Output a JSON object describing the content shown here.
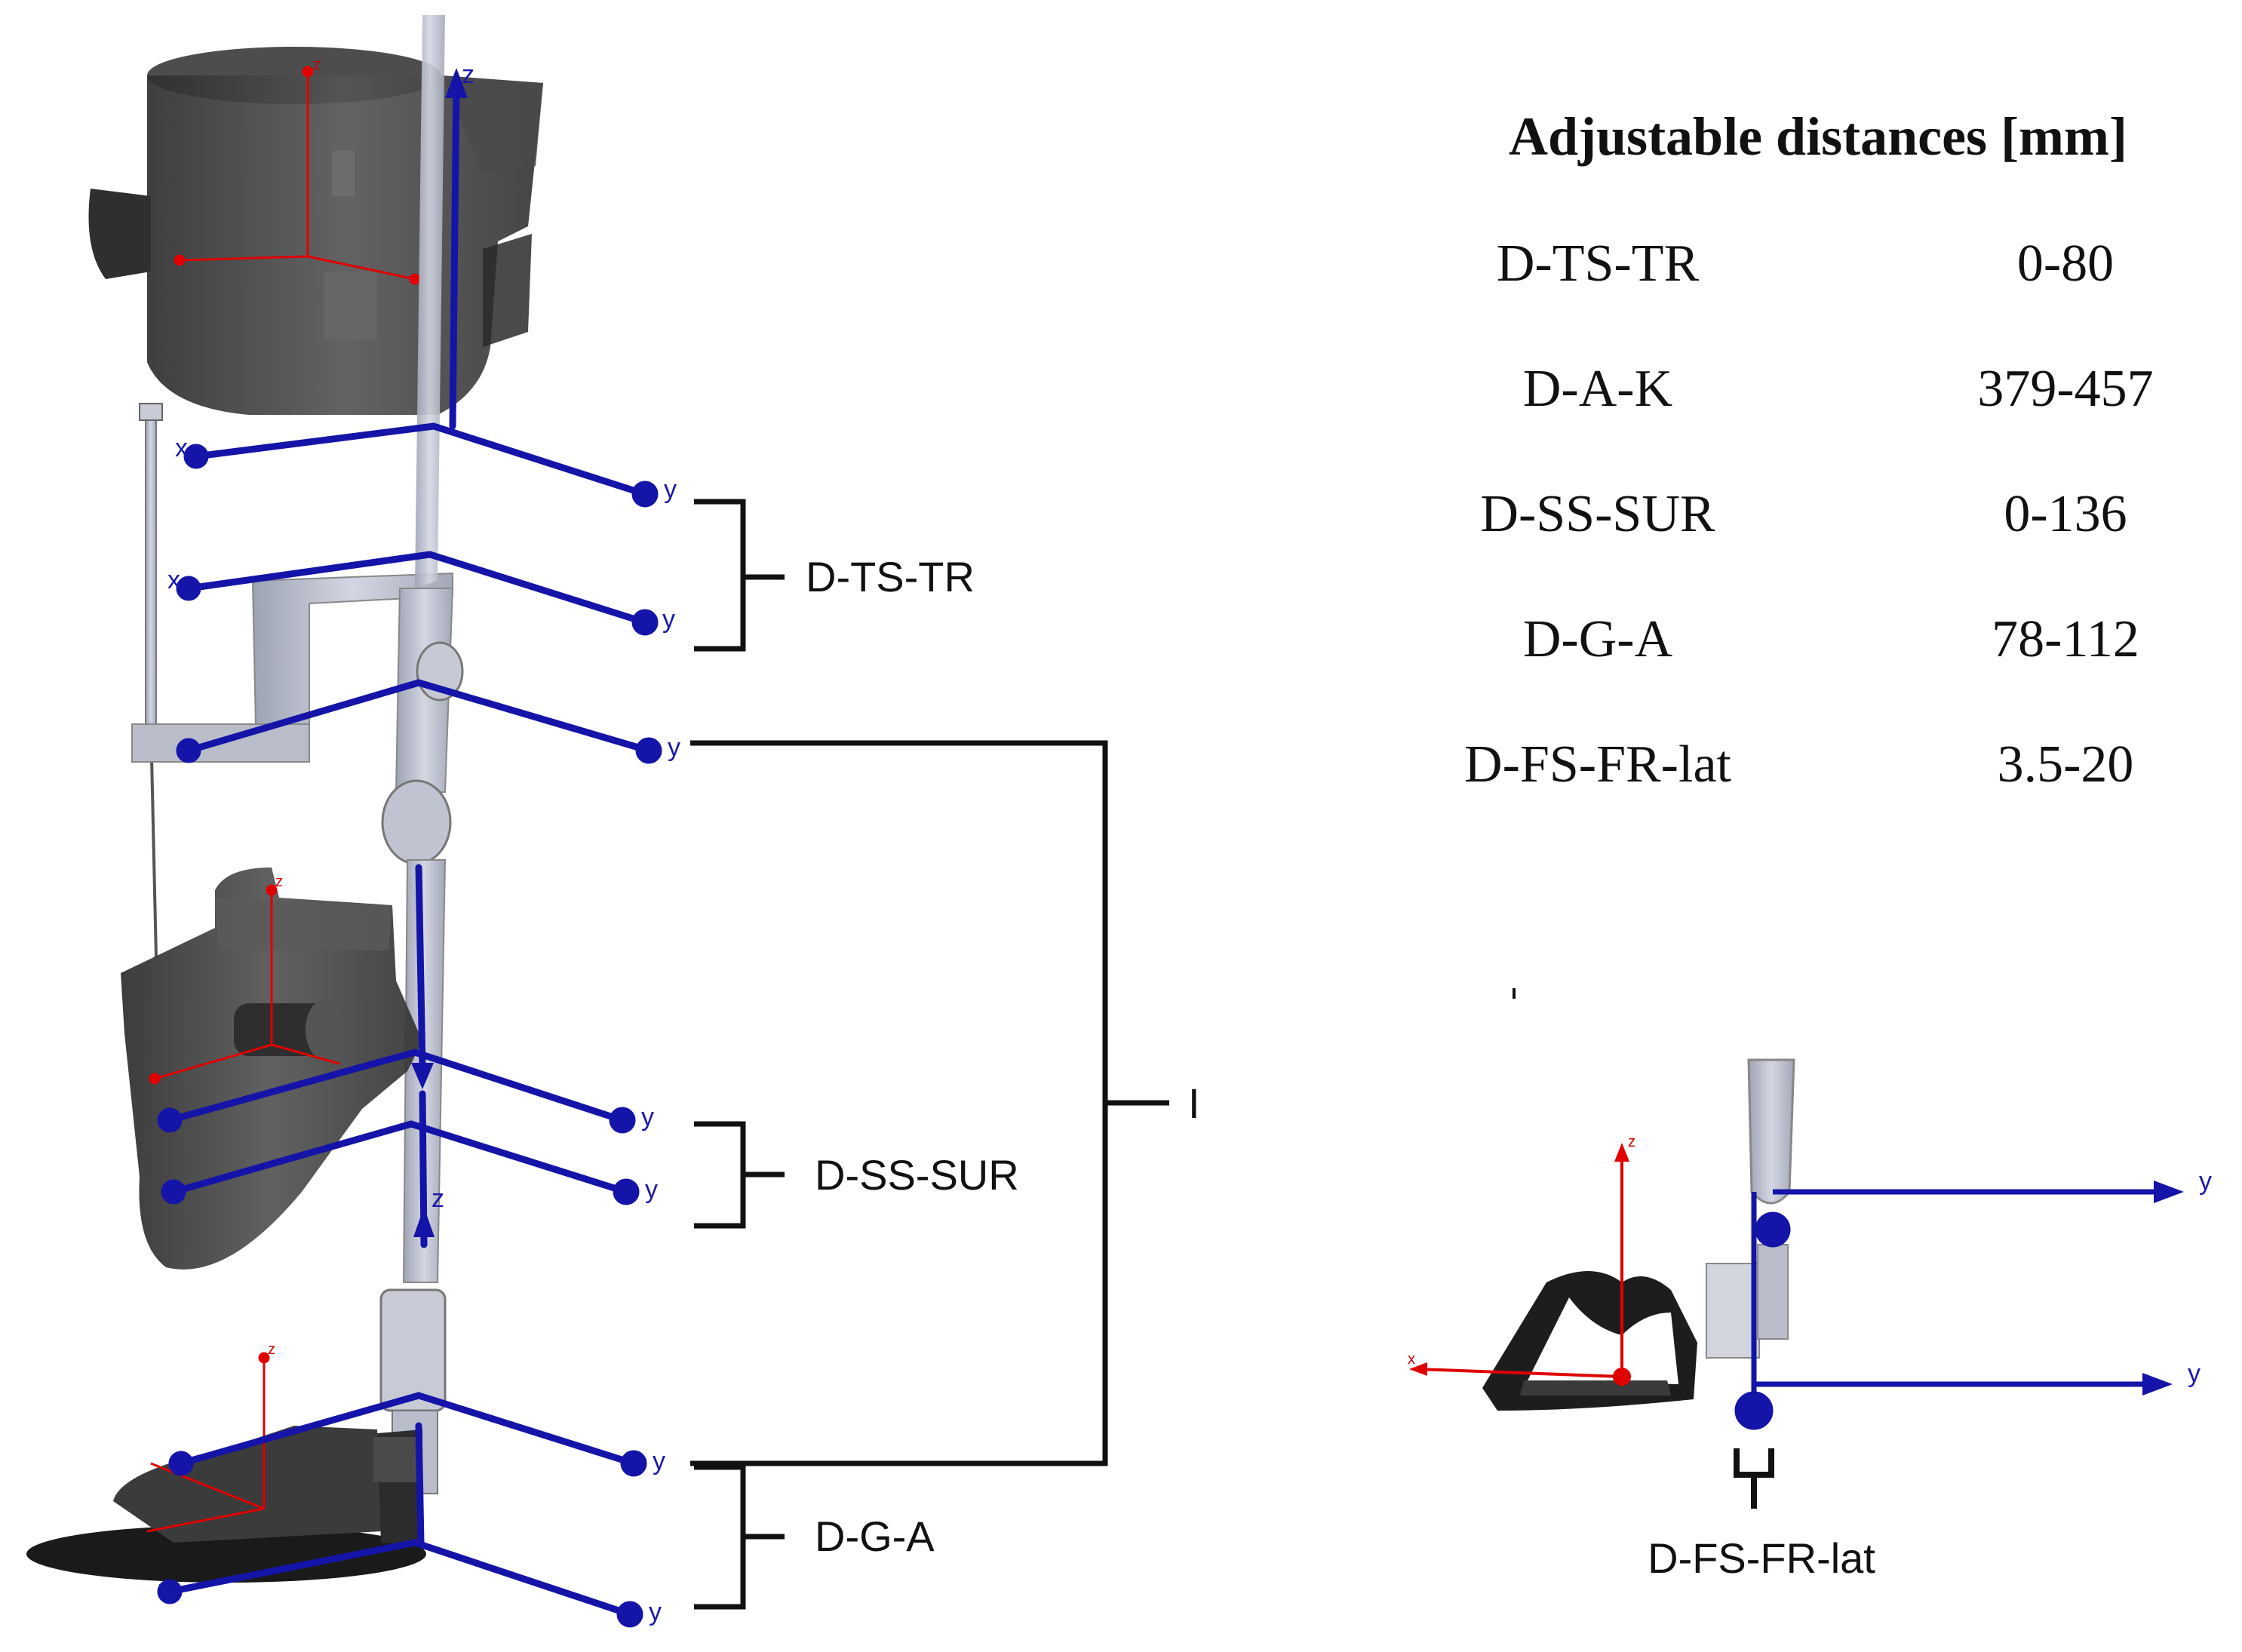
{
  "table": {
    "title": "Adjustable distances [mm]",
    "rows": [
      {
        "name": "D-TS-TR",
        "range": "0-80"
      },
      {
        "name": "D-A-K",
        "range": "379-457"
      },
      {
        "name": "D-SS-SUR",
        "range": "0-136"
      },
      {
        "name": "D-G-A",
        "range": "78-112"
      },
      {
        "name": "D-FS-FR-lat",
        "range": "3.5-20"
      }
    ]
  },
  "diagram": {
    "dimension_labels": {
      "ts_tr": "D-TS-TR",
      "ss_sur": "D-SS-SUR",
      "g_a": "D-G-A",
      "a_k_clipped": "I",
      "fs_fr_lat": "D-FS-FR-lat"
    },
    "axis_names": {
      "x": "x",
      "y": "y",
      "z": "z"
    }
  },
  "colors": {
    "frame_blue": "#1414a8",
    "axis_red": "#e00000",
    "shell_dark": "#3d3d3d",
    "frame_grey": "#b8bccb",
    "bracket": "#111111"
  }
}
